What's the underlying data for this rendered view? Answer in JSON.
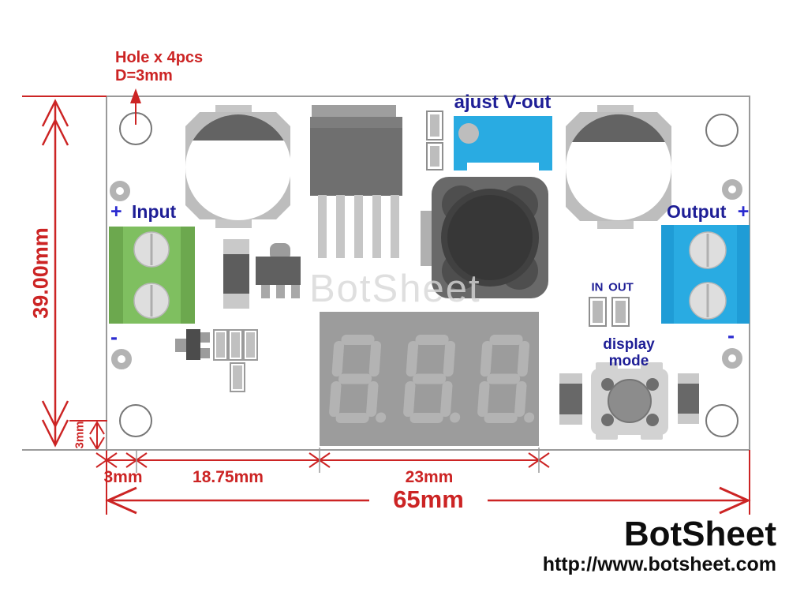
{
  "labels": {
    "hole_note_line1": "Hole x 4pcs",
    "hole_note_line2": "D=3mm",
    "adjust": "ajust V-out",
    "input_plus": "+",
    "input": "Input",
    "input_minus": "-",
    "output": "Output",
    "output_plus": "+",
    "output_minus": "-",
    "led_in": "IN",
    "led_out": "OUT",
    "display_mode_line1": "display",
    "display_mode_line2": "mode"
  },
  "dimensions": {
    "board_height": "39.00mm",
    "hole_offset_vertical": "3mm",
    "hole_offset_horizontal": "3mm",
    "mid_section": "18.75mm",
    "display_width": "23mm",
    "board_width": "65mm"
  },
  "display": {
    "digits": "8.8.8."
  },
  "branding": {
    "watermark": "BotSheet",
    "logo": "BotSheet",
    "url": "http://www.botsheet.com"
  },
  "colors": {
    "dimension_red": "#cc2424",
    "label_navy": "#1e1e96",
    "terminal_green": "#7cbf5e",
    "terminal_blue": "#29abe2",
    "trimmer_blue": "#29abe2",
    "display_bg": "#9c9c9c",
    "segment_gray": "#b3b3b3"
  }
}
